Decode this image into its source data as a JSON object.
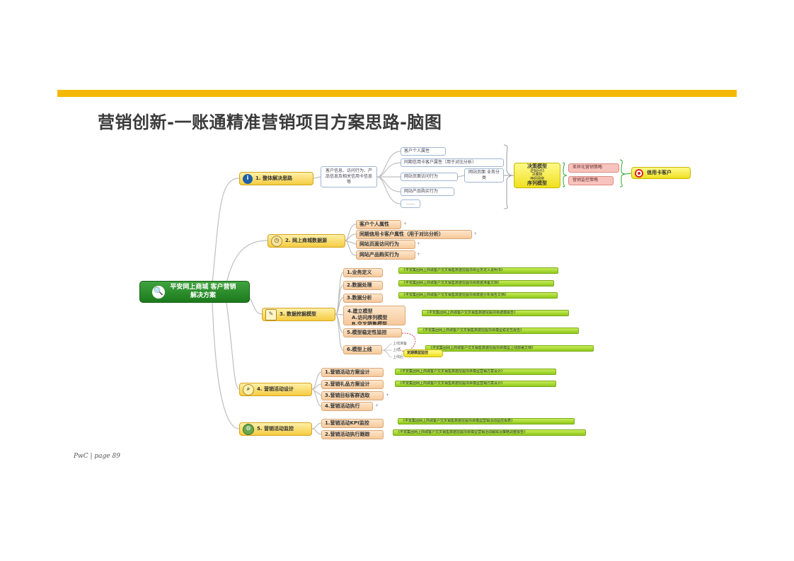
{
  "page": {
    "title": "营销创新-一账通精准营销项目方案思路-脑图",
    "footer": "PwC | page 89"
  },
  "mindmap": {
    "root": "平安网上商城 客户营销解决方案",
    "branches": [
      {
        "label": "1. 整体解决思路",
        "icon": "info-icon",
        "intro": "客户信息、访问行为、产品信息及相关信用卡信息等",
        "data_items": [
          "客户个人属性",
          "同期信用卡客户属性（用于对比分析）",
          "网站页面访问行为",
          "网站产品购买行为",
          "……"
        ],
        "web_box": "网站页面 业务分类",
        "decision": [
          "决策模型",
          "逻辑回归",
          "决策树",
          "神经网络",
          "序列模型"
        ],
        "strategies": [
          "差异化营销策略",
          "营销监控策略"
        ],
        "target": "信用卡客户"
      },
      {
        "label": "2. 网上商城数据源",
        "icon": "clock-icon",
        "items": [
          "客户个人属性",
          "同期信用卡客户属性（用于对比分析）",
          "网站页面访问行为",
          "网站产品购买行为"
        ]
      },
      {
        "label": "3. 数据挖掘模型",
        "icon": "notepad-icon",
        "items": [
          {
            "label": "1.业务定义",
            "note": "《平安集团网上商城客户交叉销售数据挖掘项目业务定义说明书》"
          },
          {
            "label": "2.数据处理",
            "note": "《平安集团网上商城客户交叉销售数据挖掘项目数据准备文档》"
          },
          {
            "label": "3.数据分析",
            "note": "《平安集团网上商城客户交叉销售数据挖掘项目数据分析报告文档》"
          },
          {
            "label": "4.建立模型\nA.访问序列模型\nB.交叉销售模型",
            "note": "《平安集团网上商城客户交叉销售数据挖掘项目建模报告》"
          },
          {
            "label": "5.模型稳定性监控",
            "note": "《平安集团网上商城客户交叉销售数据挖掘项目模型稳定性报告》"
          },
          {
            "label": "6.模型上线",
            "note": "《平安集团网上商城客户交叉销售数据挖掘项目模型上线部署文档》"
          }
        ],
        "online_steps": [
          "上线准备",
          "上线",
          "上线后"
        ],
        "monitor_callout": "定期模型监控"
      },
      {
        "label": "4. 营销活动设计",
        "icon": "magnifier-icon",
        "items": [
          {
            "label": "1.营销活动方案设计",
            "note": "《平安集团网上商城客户交叉销售数据挖掘项目模型营销方案设计》"
          },
          {
            "label": "2.营销礼品方案设计",
            "note": "《平安集团网上商城客户交叉销售数据挖掘项目模型营销方案设计》"
          },
          {
            "label": "3.营销目标客群选取",
            "note": ""
          },
          {
            "label": "4.营销活动执行",
            "note": ""
          }
        ]
      },
      {
        "label": "5. 营销活动监控",
        "icon": "gears-icon",
        "items": [
          {
            "label": "1.营销活动KPI监控",
            "note": "《平安集团网上商城客户交叉销售数据挖掘项目模型营销活动监控报表》"
          },
          {
            "label": "2.营销活动执行跟踪",
            "note": "《平安集团网上商城客户交叉销售数据挖掘项目模型营销活动跟踪及策略调整报告》"
          }
        ]
      }
    ]
  },
  "colors": {
    "accent_bar": "#f5b800",
    "root_green": "#2a8f2a",
    "branch_yellow": "#f5cc40",
    "note_green": "#a6d62a",
    "leaf_peach": "#f6c99a"
  }
}
